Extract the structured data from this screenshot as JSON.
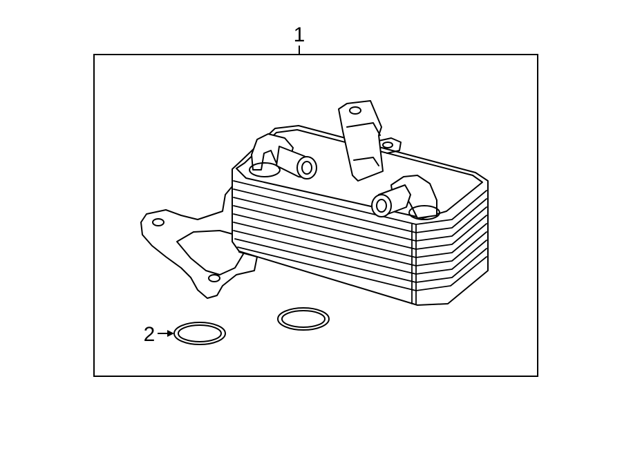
{
  "callouts": {
    "part_1": "1",
    "part_2": "2"
  },
  "colors": {
    "line": "#000000",
    "background": "#ffffff"
  },
  "parts": [
    {
      "name": "oil-cooler-assembly",
      "callout": "1"
    },
    {
      "name": "seal-ring",
      "callout": "2"
    }
  ]
}
